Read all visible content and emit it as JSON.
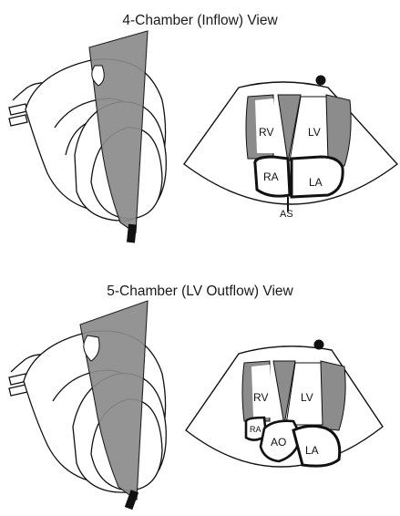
{
  "views": [
    {
      "title": "4-Chamber (Inflow) View",
      "labels": {
        "rv": "RV",
        "lv": "LV",
        "ra": "RA",
        "la": "LA",
        "as": "AS"
      }
    },
    {
      "title": "5-Chamber (LV Outflow) View",
      "labels": {
        "rv": "RV",
        "lv": "LV",
        "ra": "RA",
        "ao": "AO",
        "la": "LA"
      }
    }
  ],
  "colors": {
    "shade": "#8c8c8c",
    "line": "#111111",
    "background": "#ffffff"
  }
}
